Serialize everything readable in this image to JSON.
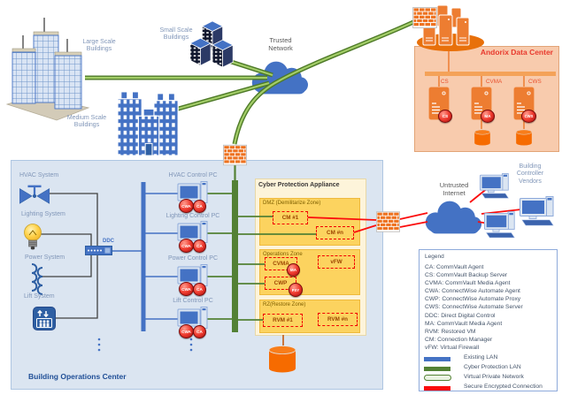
{
  "buildings": {
    "large_label": "Large Scale Buildings",
    "small_label": "Small Scale Buildings",
    "medium_label": "Medium Scale Buildings"
  },
  "networks": {
    "trusted_label": "Trusted Network",
    "untrusted_label": "Untrusted Internet",
    "vendors_label": "Building Controller Vendors"
  },
  "andorix": {
    "title": "Andorix Data Center",
    "servers": [
      {
        "label": "CS",
        "badge": "CS"
      },
      {
        "label": "CVMA",
        "badge": "MA"
      },
      {
        "label": "CWS",
        "badge": "CWS"
      }
    ]
  },
  "boc": {
    "title": "Building Operations Center",
    "ddc_label": "DDC",
    "systems": [
      {
        "label": "HVAC System"
      },
      {
        "label": "Lighting System"
      },
      {
        "label": "Power System"
      },
      {
        "label": "Lift System"
      }
    ],
    "pcs": [
      {
        "label": "HVAC Control PC",
        "badges": [
          "CWA",
          "CA"
        ]
      },
      {
        "label": "Lighting Control PC",
        "badges": [
          "CWA",
          "CA"
        ]
      },
      {
        "label": "Power Control PC",
        "badges": [
          "CWA",
          "CA"
        ]
      },
      {
        "label": "Lift Control PC",
        "badges": [
          "CWA",
          "CA"
        ]
      }
    ]
  },
  "appliance": {
    "title": "Cyber Protection Appliance",
    "zones": [
      {
        "label": "DMZ (Demilitarize Zone)",
        "components": [
          {
            "label": "CM #1"
          },
          {
            "label": "CM #n"
          }
        ]
      },
      {
        "label": "Operations Zone",
        "components": [
          {
            "label": "CVMA",
            "badge": "MA"
          },
          {
            "label": "vFW"
          },
          {
            "label": "CWP",
            "badge": "PXY"
          }
        ]
      },
      {
        "label": "RZ(Restore Zone)",
        "components": [
          {
            "label": "RVM #1"
          },
          {
            "label": "RVM #n"
          }
        ]
      }
    ]
  },
  "legend": {
    "title": "Legend",
    "definitions": [
      "CA: CommVault Agent",
      "CS: CommVault Backup Server",
      "CVMA: CommVault Media Agent",
      "CWA: ConnectWise Automate Agent",
      "CWP: ConnectWise Automate Proxy",
      "CWS: ConnectWise Automate Server",
      "DDC: Direct Digital Control",
      "MA: CommVault Media Agent",
      "RVM: Restored VM",
      "CM: Connection Manager",
      "vFW: Virtual Firewall"
    ],
    "lines": [
      {
        "label": "Existing LAN",
        "color": "#4472c4"
      },
      {
        "label": "Cyber Protection LAN",
        "color": "#538135"
      },
      {
        "label": "Virtual Private Network",
        "color": "#538135"
      },
      {
        "label": "Secure Encrypted Connection",
        "color": "#fb0d0d"
      }
    ]
  },
  "colors": {
    "existing_lan": "#4472c4",
    "cyber_protection_lan": "#538135",
    "vpn": "#538135",
    "secure_encrypted": "#fb0d0d",
    "andorix_accent": "#ed7d31",
    "zone_fill": "#fcd35f"
  }
}
